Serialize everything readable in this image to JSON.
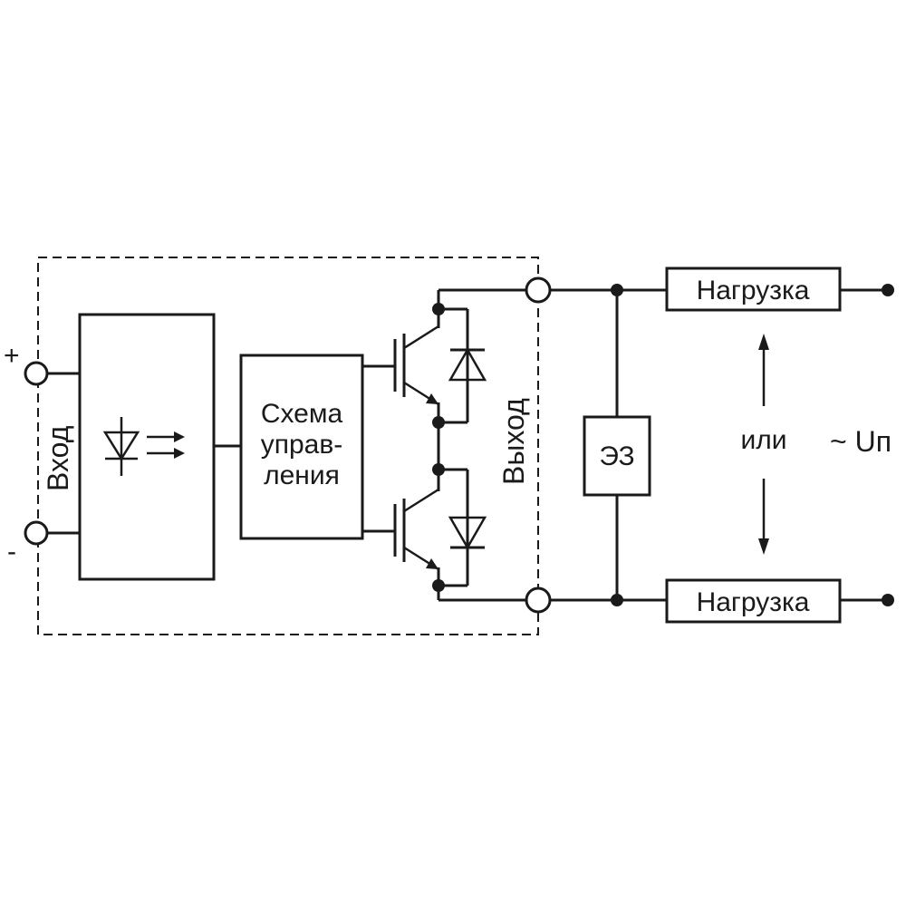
{
  "labels": {
    "input": "Вход",
    "output": "Выход",
    "plus": "+",
    "minus": "-",
    "control_line1": "Схема",
    "control_line2": "управ-",
    "control_line3": "ления",
    "suppressor": "ЭЗ",
    "load_top": "Нагрузка",
    "load_bottom": "Нагрузка",
    "or": "или",
    "supply": "~ Uп"
  }
}
